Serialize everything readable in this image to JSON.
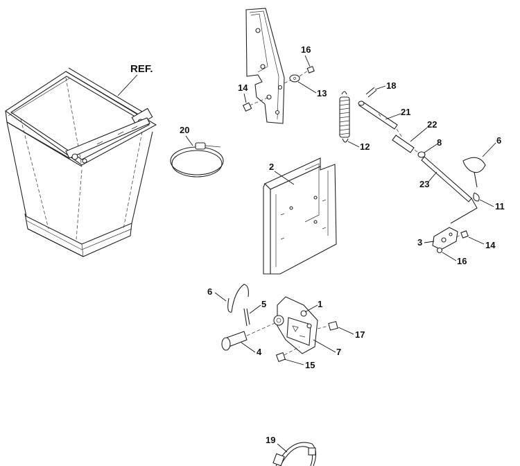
{
  "callouts": {
    "ref": "REF.",
    "c1": "1",
    "c2": "2",
    "c3": "3",
    "c4": "4",
    "c5": "5",
    "c6a": "6",
    "c6b": "6",
    "c7": "7",
    "c8": "8",
    "c11": "11",
    "c12": "12",
    "c13": "13",
    "c14a": "14",
    "c14b": "14",
    "c15": "15",
    "c16a": "16",
    "c16b": "16",
    "c17": "17",
    "c18": "18",
    "c19": "19",
    "c20": "20",
    "c21": "21",
    "c22": "22",
    "c23": "23"
  }
}
